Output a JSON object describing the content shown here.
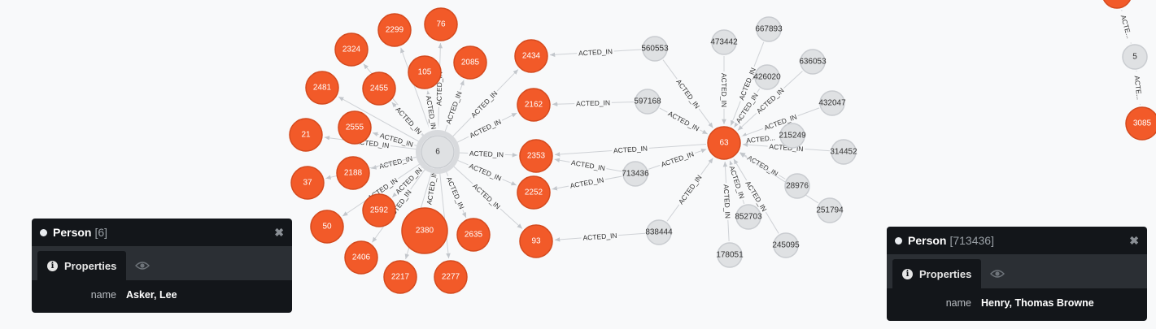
{
  "colors": {
    "orange": "#f25a29",
    "orange_stroke": "#d44a1e",
    "grey": "#dfe1e3",
    "grey_stroke": "#c9ccd0",
    "panel": "#13161a"
  },
  "graph": {
    "edge_type": "ACTED_IN",
    "nodes": [
      {
        "id": "6",
        "kind": "grey",
        "label": "6"
      },
      {
        "id": "2324",
        "kind": "orange",
        "label": "2324"
      },
      {
        "id": "2299",
        "kind": "orange",
        "label": "2299"
      },
      {
        "id": "76",
        "kind": "orange",
        "label": "76"
      },
      {
        "id": "105",
        "kind": "orange",
        "label": "105"
      },
      {
        "id": "2085",
        "kind": "orange",
        "label": "2085"
      },
      {
        "id": "2481",
        "kind": "orange",
        "label": "2481"
      },
      {
        "id": "2455",
        "kind": "orange",
        "label": "2455"
      },
      {
        "id": "2555",
        "kind": "orange",
        "label": "2555"
      },
      {
        "id": "21",
        "kind": "orange",
        "label": "21"
      },
      {
        "id": "2188",
        "kind": "orange",
        "label": "2188"
      },
      {
        "id": "37",
        "kind": "orange",
        "label": "37"
      },
      {
        "id": "2592",
        "kind": "orange",
        "label": "2592"
      },
      {
        "id": "50",
        "kind": "orange",
        "label": "50"
      },
      {
        "id": "2380",
        "kind": "orange",
        "label": "2380"
      },
      {
        "id": "2406",
        "kind": "orange",
        "label": "2406"
      },
      {
        "id": "2635",
        "kind": "orange",
        "label": "2635"
      },
      {
        "id": "2217",
        "kind": "orange",
        "label": "2217"
      },
      {
        "id": "2277",
        "kind": "orange",
        "label": "2277"
      },
      {
        "id": "2434",
        "kind": "orange",
        "label": "2434"
      },
      {
        "id": "2162",
        "kind": "orange",
        "label": "2162"
      },
      {
        "id": "2353",
        "kind": "orange",
        "label": "2353"
      },
      {
        "id": "2252",
        "kind": "orange",
        "label": "2252"
      },
      {
        "id": "93",
        "kind": "orange",
        "label": "93"
      },
      {
        "id": "560553",
        "kind": "grey",
        "label": "560553"
      },
      {
        "id": "597168",
        "kind": "grey",
        "label": "597168"
      },
      {
        "id": "713436",
        "kind": "grey",
        "label": "713436"
      },
      {
        "id": "838444",
        "kind": "grey",
        "label": "838444"
      },
      {
        "id": "63",
        "kind": "orange",
        "label": "63"
      },
      {
        "id": "473442",
        "kind": "grey",
        "label": "473442"
      },
      {
        "id": "667893",
        "kind": "grey",
        "label": "667893"
      },
      {
        "id": "426020",
        "kind": "grey",
        "label": "426020"
      },
      {
        "id": "636053",
        "kind": "grey",
        "label": "636053"
      },
      {
        "id": "432047",
        "kind": "grey",
        "label": "432047"
      },
      {
        "id": "215249",
        "kind": "grey",
        "label": "215249"
      },
      {
        "id": "314452",
        "kind": "grey",
        "label": "314452"
      },
      {
        "id": "28976",
        "kind": "grey",
        "label": "28976"
      },
      {
        "id": "251794",
        "kind": "grey",
        "label": "251794"
      },
      {
        "id": "852703",
        "kind": "grey",
        "label": "852703"
      },
      {
        "id": "245095",
        "kind": "grey",
        "label": "245095"
      },
      {
        "id": "178051",
        "kind": "grey",
        "label": "178051"
      },
      {
        "id": "5",
        "kind": "grey",
        "label": "5"
      },
      {
        "id": "3085",
        "kind": "orange",
        "label": "3085"
      },
      {
        "id": "top-right",
        "kind": "orange",
        "label": ""
      }
    ],
    "edges": [
      {
        "from": "6",
        "to": "2324",
        "label": ""
      },
      {
        "from": "6",
        "to": "2299",
        "label": ""
      },
      {
        "from": "6",
        "to": "76",
        "label": "ACTED_IN"
      },
      {
        "from": "6",
        "to": "105",
        "label": "ACTED_IN"
      },
      {
        "from": "6",
        "to": "2085",
        "label": "ACTED_IN"
      },
      {
        "from": "6",
        "to": "2481",
        "label": ""
      },
      {
        "from": "6",
        "to": "2455",
        "label": "ACTED_IN"
      },
      {
        "from": "6",
        "to": "2555",
        "label": "ACTED_IN"
      },
      {
        "from": "6",
        "to": "21",
        "label": "ACTED_IN"
      },
      {
        "from": "6",
        "to": "2188",
        "label": "ACTED_IN"
      },
      {
        "from": "6",
        "to": "37",
        "label": ""
      },
      {
        "from": "6",
        "to": "2592",
        "label": "ACTED_IN"
      },
      {
        "from": "6",
        "to": "50",
        "label": "ACTED_IN"
      },
      {
        "from": "6",
        "to": "2380",
        "label": "ACTED_IN"
      },
      {
        "from": "6",
        "to": "2406",
        "label": "ACTED_IN"
      },
      {
        "from": "6",
        "to": "2635",
        "label": "ACTED_IN"
      },
      {
        "from": "6",
        "to": "2217",
        "label": ""
      },
      {
        "from": "6",
        "to": "2277",
        "label": ""
      },
      {
        "from": "6",
        "to": "2434",
        "label": "ACTED_IN"
      },
      {
        "from": "6",
        "to": "2162",
        "label": "ACTED_IN"
      },
      {
        "from": "6",
        "to": "2353",
        "label": "ACTED_IN"
      },
      {
        "from": "6",
        "to": "2252",
        "label": "ACTED_IN"
      },
      {
        "from": "6",
        "to": "93",
        "label": "ACTED_IN"
      },
      {
        "from": "560553",
        "to": "2434",
        "label": "ACTED_IN"
      },
      {
        "from": "597168",
        "to": "2162",
        "label": "ACTED_IN"
      },
      {
        "from": "713436",
        "to": "2353",
        "label": "ACTED_IN"
      },
      {
        "from": "713436",
        "to": "2252",
        "label": "ACTED_IN"
      },
      {
        "from": "838444",
        "to": "93",
        "label": "ACTED_IN"
      },
      {
        "from": "560553",
        "to": "63",
        "label": "ACTED_IN"
      },
      {
        "from": "597168",
        "to": "63",
        "label": "ACTED_IN"
      },
      {
        "from": "713436",
        "to": "63",
        "label": "ACTED_IN"
      },
      {
        "from": "838444",
        "to": "63",
        "label": "ACTED_IN"
      },
      {
        "from": "473442",
        "to": "63",
        "label": "ACTED_IN"
      },
      {
        "from": "667893",
        "to": "63",
        "label": "ACTED_IN"
      },
      {
        "from": "426020",
        "to": "63",
        "label": "ACTED_IN"
      },
      {
        "from": "636053",
        "to": "63",
        "label": "ACTED_IN"
      },
      {
        "from": "432047",
        "to": "63",
        "label": "ACTED_IN"
      },
      {
        "from": "215249",
        "to": "63",
        "label": "ACTED..."
      },
      {
        "from": "314452",
        "to": "63",
        "label": "ACTED_IN"
      },
      {
        "from": "28976",
        "to": "63",
        "label": "ACTED_IN"
      },
      {
        "from": "251794",
        "to": "63",
        "label": ""
      },
      {
        "from": "852703",
        "to": "63",
        "label": "ACTED_IN"
      },
      {
        "from": "245095",
        "to": "63",
        "label": "ACTED_IN"
      },
      {
        "from": "178051",
        "to": "63",
        "label": "ACTED_IN"
      },
      {
        "from": "5",
        "to": "top-right",
        "label": "ACTE..."
      },
      {
        "from": "5",
        "to": "3085",
        "label": "ACTE..."
      },
      {
        "from": "63",
        "to": "2353",
        "label": "ACTED_IN"
      }
    ]
  },
  "panel_left": {
    "type": "Person",
    "id_text": "[6]",
    "close": "✖",
    "tab_properties": "Properties",
    "info_glyph": "i",
    "prop_key": "name",
    "prop_value": "Asker, Lee"
  },
  "panel_right": {
    "type": "Person",
    "id_text": "[713436]",
    "close": "✖",
    "tab_properties": "Properties",
    "info_glyph": "i",
    "prop_key": "name",
    "prop_value": "Henry, Thomas Browne"
  }
}
